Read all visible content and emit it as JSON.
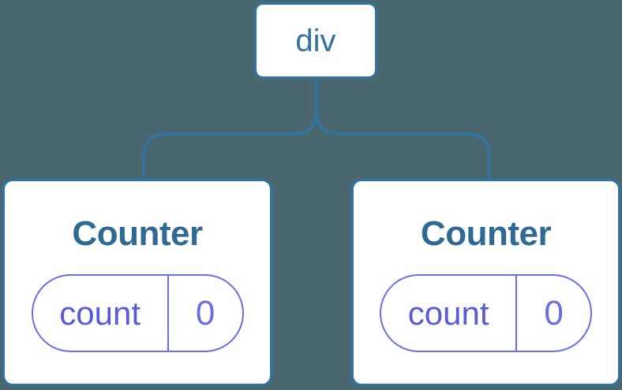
{
  "diagram": {
    "root": {
      "label": "div"
    },
    "children": [
      {
        "title": "Counter",
        "state": {
          "key": "count",
          "value": "0"
        }
      },
      {
        "title": "Counter",
        "state": {
          "key": "count",
          "value": "0"
        }
      }
    ]
  },
  "colors": {
    "background": "#4a6770",
    "edge": "#2e74a4",
    "card_bg": "#ffffff",
    "root_label": "#3573a1",
    "title": "#2e6a93",
    "pill_border": "#6a6ee4",
    "pill_text": "#575cd6",
    "pill_value": "#6a6fe0"
  }
}
